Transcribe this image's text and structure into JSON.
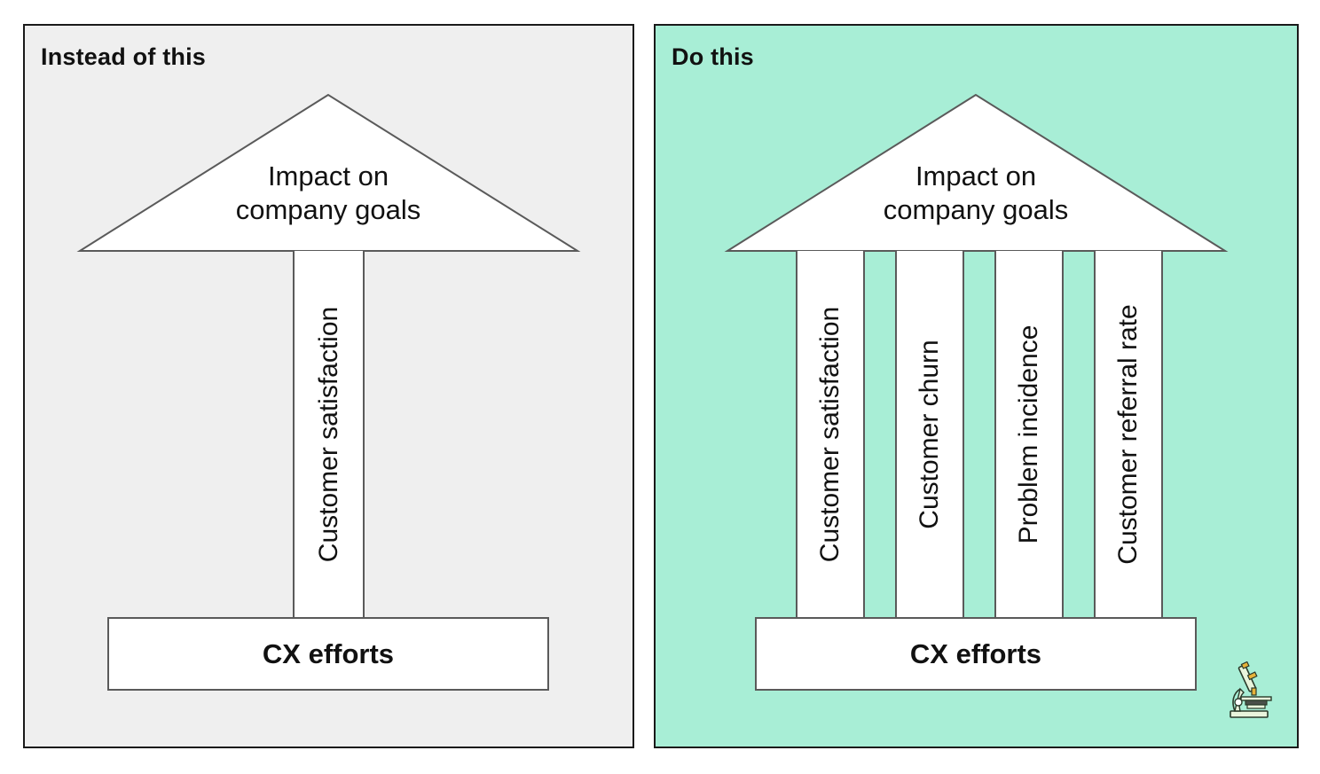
{
  "left_panel": {
    "title": "Instead of this",
    "background": "#efefef",
    "roof": {
      "line1": "Impact on",
      "line2": "company goals"
    },
    "columns": [
      "Customer satisfaction"
    ],
    "base": "CX efforts"
  },
  "right_panel": {
    "title": "Do this",
    "background": "#a8eed6",
    "roof": {
      "line1": "Impact on",
      "line2": "company goals"
    },
    "columns": [
      "Customer satisfaction",
      "Customer churn",
      "Problem incidence",
      "Customer referral rate"
    ],
    "base": "CX efforts",
    "corner_icon": "microscope-icon"
  },
  "colors": {
    "outline": "#5a5a5a",
    "frame": "#1a1a1a",
    "shape_fill": "#ffffff"
  }
}
